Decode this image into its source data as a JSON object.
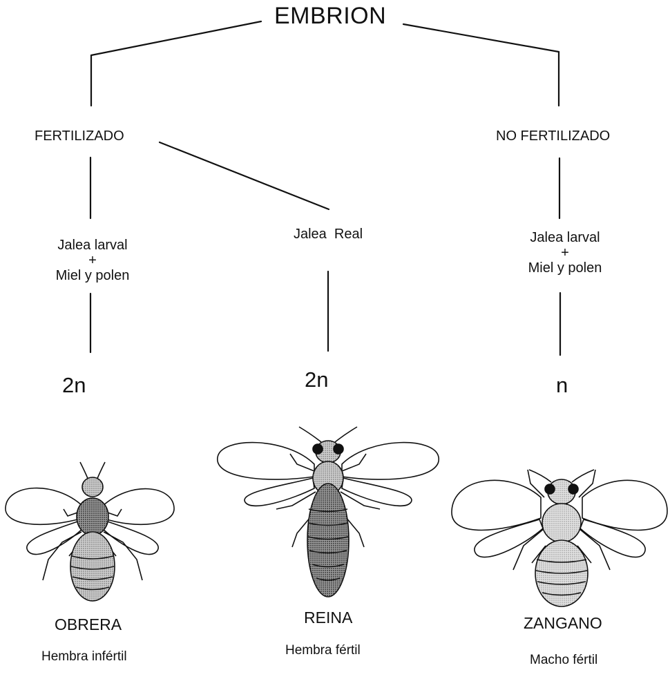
{
  "title": "EMBRION",
  "branches": {
    "left": "FERTILIZADO",
    "right": "NO FERTILIZADO"
  },
  "foods": {
    "worker": {
      "line1": "Jalea larval",
      "line2": "+",
      "line3": "Miel y polen"
    },
    "queen": {
      "line1": "Jalea  Real"
    },
    "drone": {
      "line1": "Jalea larval",
      "line2": "+",
      "line3": "Miel y polen"
    }
  },
  "ploidy": {
    "worker": "2n",
    "queen": "2n",
    "drone": "n"
  },
  "castes": {
    "worker": {
      "name": "OBRERA",
      "desc": "Hembra infértil"
    },
    "queen": {
      "name": "REINA",
      "desc": "Hembra fértil"
    },
    "drone": {
      "name": "ZANGANO",
      "desc": "Macho fértil"
    }
  }
}
